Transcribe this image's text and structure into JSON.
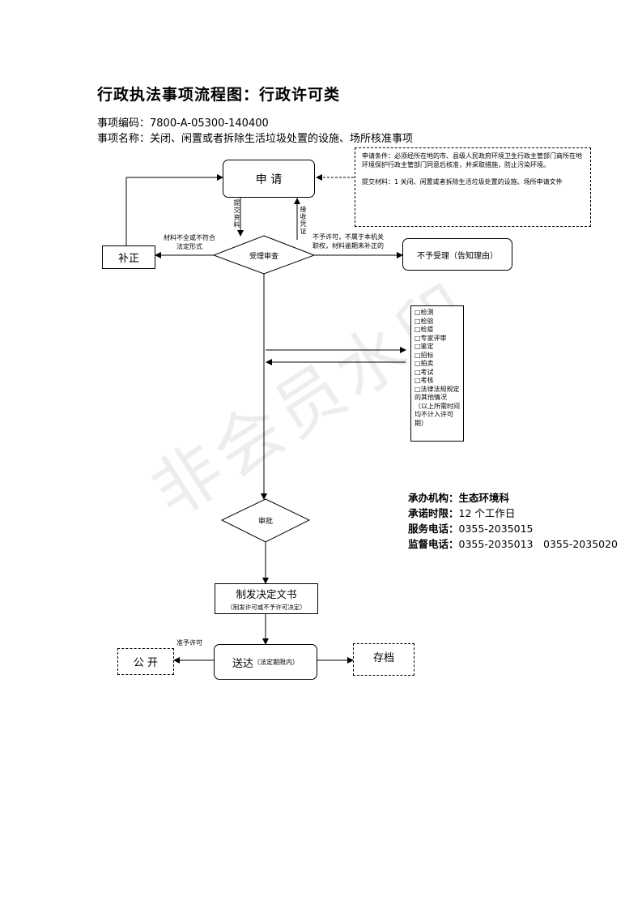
{
  "page": {
    "title": "行政执法事项流程图：行政许可类",
    "item_code_label": "事项编码：",
    "item_code": "7800-A-05300-140400",
    "item_name_label": "事项名称：",
    "item_name": "关闭、闲置或者拆除生活垃圾处置的设施、场所核准事项",
    "watermark": "非会员水印"
  },
  "flow": {
    "apply": "申 请",
    "review": "受理审查",
    "supplement": "补正",
    "reject": "不予受理（告知理由）",
    "approve": "审批",
    "decision_main": "制发决定文书",
    "decision_sub": "（制发许可或不予许可决定）",
    "deliver_main": "送达",
    "deliver_sub": "（法定期限内）",
    "publish": "公 开",
    "archive": "存档"
  },
  "edge_labels": {
    "submit_materials": "提交资料",
    "receipt": "接收凭证",
    "incomplete": [
      "材料不全或不符合",
      "法定形式"
    ],
    "not_accepted": [
      "不予许可，不属于本机关",
      "职权，材料逾期未补正的"
    ],
    "grant_permit": "准予许可"
  },
  "conditions": {
    "conditions_text": "申请条件：必须经所在地的市、县级人民政府环境卫生行政主管部门商所在地环境保护行政主管部门同意后核准，并采取措施，防止污染环境。",
    "materials_text": "提交材料：1 关闭、闲置或者拆除生活垃圾处置的设施、场所申请文件"
  },
  "checklist": {
    "items": [
      "□检测",
      "□检验",
      "□检疫",
      "□专家评审",
      "□鉴定",
      "□招标",
      "□拍卖",
      "□考试",
      "□考核",
      "□法律法规规定的其他情况"
    ],
    "note": "（以上所需时间均不计入许可期）"
  },
  "info": {
    "agency_label": "承办机构：",
    "agency": "生态环境科",
    "deadline_label": "承诺时限：",
    "deadline": "12 个工作日",
    "service_label": "服务电话：",
    "service_phone": "0355-2035015",
    "supervise_label": "监督电话：",
    "supervise_phones": "0355-2035013　0355-2035020"
  }
}
